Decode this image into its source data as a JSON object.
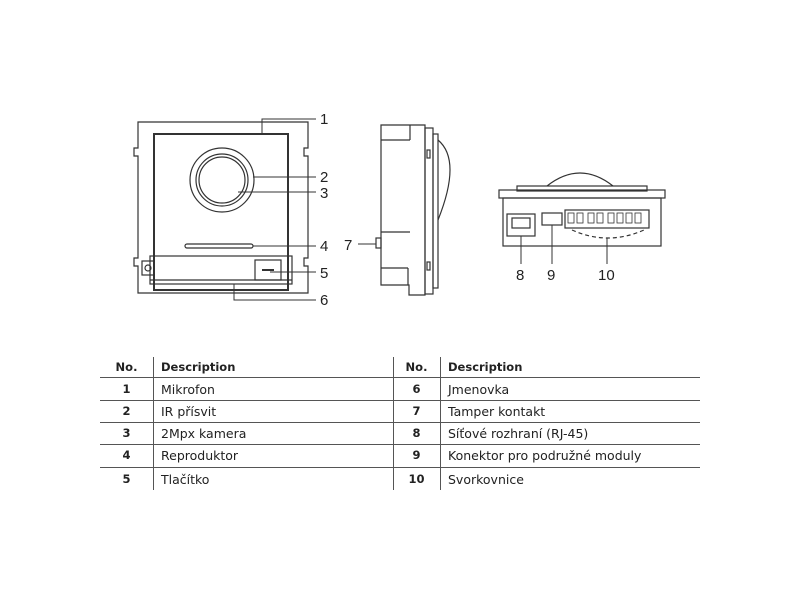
{
  "figure": {
    "callouts": [
      "1",
      "2",
      "3",
      "4",
      "5",
      "6",
      "7",
      "8",
      "9",
      "10"
    ]
  },
  "table": {
    "headers": {
      "no": "No.",
      "description": "Description"
    },
    "left_rows": [
      {
        "no": "1",
        "description": "Mikrofon"
      },
      {
        "no": "2",
        "description": "IR přísvit"
      },
      {
        "no": "3",
        "description": "2Mpx kamera"
      },
      {
        "no": "4",
        "description": "Reproduktor"
      },
      {
        "no": "5",
        "description": "Tlačítko"
      }
    ],
    "right_rows": [
      {
        "no": "6",
        "description": "Jmenovka"
      },
      {
        "no": "7",
        "description": "Tamper kontakt"
      },
      {
        "no": "8",
        "description": "Síťové rozhraní (RJ-45)"
      },
      {
        "no": "9",
        "description": "Konektor pro podružné moduly"
      },
      {
        "no": "10",
        "description": "Svorkovnice"
      }
    ]
  }
}
